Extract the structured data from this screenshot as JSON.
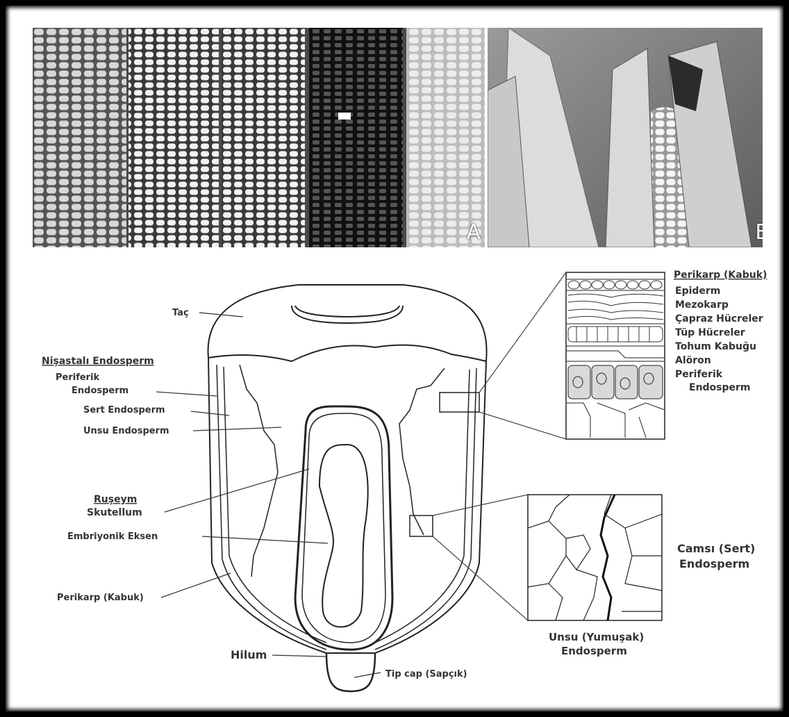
{
  "photos": {
    "a_label": "A",
    "b_label": "B"
  },
  "labels": {
    "tac": "Taç",
    "nisastali_header": "Nişastalı Endosperm",
    "periferik": "Periferik",
    "endosperm_1": "Endosperm",
    "sert_endosperm": "Sert Endosperm",
    "unsu_endosperm": "Unsu Endosperm",
    "ruseym": "Ruşeym",
    "skutellum": "Skutellum",
    "embriyonik": "Embriyonik Eksen",
    "perikarp_kabuk": "Perikarp (Kabuk)",
    "hilum": "Hilum",
    "tip_cap": "Tip cap (Sapçık)"
  },
  "right_labels": {
    "header": "Perikarp (Kabuk)",
    "items": [
      "Epiderm",
      "Mezokarp",
      "Çapraz Hücreler",
      "Tüp Hücreler",
      "Tohum Kabuğu",
      "Alöron",
      "Periferik",
      "Endosperm"
    ]
  },
  "zoom_labels": {
    "camsi_1": "Camsı (Sert)",
    "camsi_2": "Endosperm",
    "unsu_1": "Unsu (Yumuşak)",
    "unsu_2": "Endosperm"
  },
  "colors": {
    "frame": "#000000",
    "ink": "#222222",
    "label": "#333333"
  }
}
